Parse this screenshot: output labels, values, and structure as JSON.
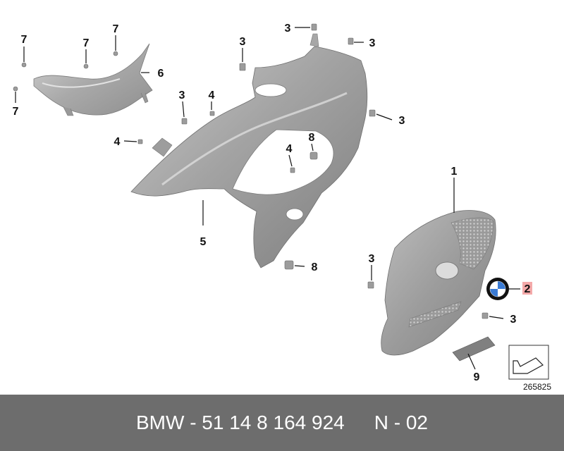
{
  "diagram": {
    "reference_number": "265825",
    "highlight_color": "#f4a9a9",
    "callouts": [
      {
        "id": "c7a",
        "label": "7"
      },
      {
        "id": "c7b",
        "label": "7"
      },
      {
        "id": "c7c",
        "label": "7"
      },
      {
        "id": "c7d",
        "label": "7"
      },
      {
        "id": "c6",
        "label": "6"
      },
      {
        "id": "c3a",
        "label": "3"
      },
      {
        "id": "c3b",
        "label": "3"
      },
      {
        "id": "c3c",
        "label": "3"
      },
      {
        "id": "c3d",
        "label": "3"
      },
      {
        "id": "c3e",
        "label": "3"
      },
      {
        "id": "c3f",
        "label": "3"
      },
      {
        "id": "c3g",
        "label": "3"
      },
      {
        "id": "c4a",
        "label": "4"
      },
      {
        "id": "c4b",
        "label": "4"
      },
      {
        "id": "c4c",
        "label": "4"
      },
      {
        "id": "c8a",
        "label": "8"
      },
      {
        "id": "c8b",
        "label": "8"
      },
      {
        "id": "c5",
        "label": "5"
      },
      {
        "id": "c1",
        "label": "1"
      },
      {
        "id": "c2",
        "label": "2",
        "highlighted": true
      },
      {
        "id": "c9",
        "label": "9"
      }
    ]
  },
  "footer": {
    "part_number": "BMW - 51 14 8 164 924",
    "version": "N - 02"
  }
}
